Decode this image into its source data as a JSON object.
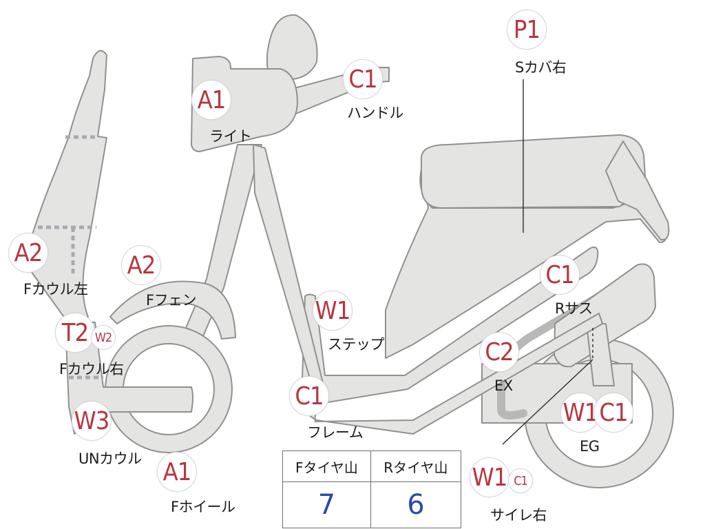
{
  "parts": {
    "light": {
      "grade": "A1",
      "name": "ライト"
    },
    "handle": {
      "grade": "C1",
      "name": "ハンドル"
    },
    "side_cover_r": {
      "grade": "P1",
      "name": "Sカバ右"
    },
    "f_cowl_left": {
      "grade": "A2",
      "name": "Fカウル左"
    },
    "f_fender": {
      "grade": "A2",
      "name": "Fフェン"
    },
    "r_suspension": {
      "grade": "C1",
      "name": "Rサス"
    },
    "step": {
      "grade": "W1",
      "name": "ステップ"
    },
    "f_cowl_right": {
      "grade": "T2",
      "grade2": "W2",
      "name": "Fカウル右"
    },
    "exhaust": {
      "grade": "C2",
      "name": "EX"
    },
    "frame": {
      "grade": "C1",
      "name": "フレーム"
    },
    "engine": {
      "grade": "W1",
      "grade2": "C1",
      "name": "EG"
    },
    "under_cowl": {
      "grade": "W3",
      "name": "UNカウル"
    },
    "f_wheel": {
      "grade": "A1",
      "name": "Fホイール"
    },
    "muffler_r": {
      "grade": "W1",
      "grade2": "C1",
      "name": "サイレ右"
    }
  },
  "tread_table": {
    "front_header": "Fタイヤ山",
    "rear_header": "Rタイヤ山",
    "front_value": "7",
    "rear_value": "6"
  },
  "colors": {
    "grade_text": "#b7353f",
    "tread_value": "#2c4aa6",
    "part_fill": "#e4e5e3",
    "part_outline": "#8f918f"
  }
}
